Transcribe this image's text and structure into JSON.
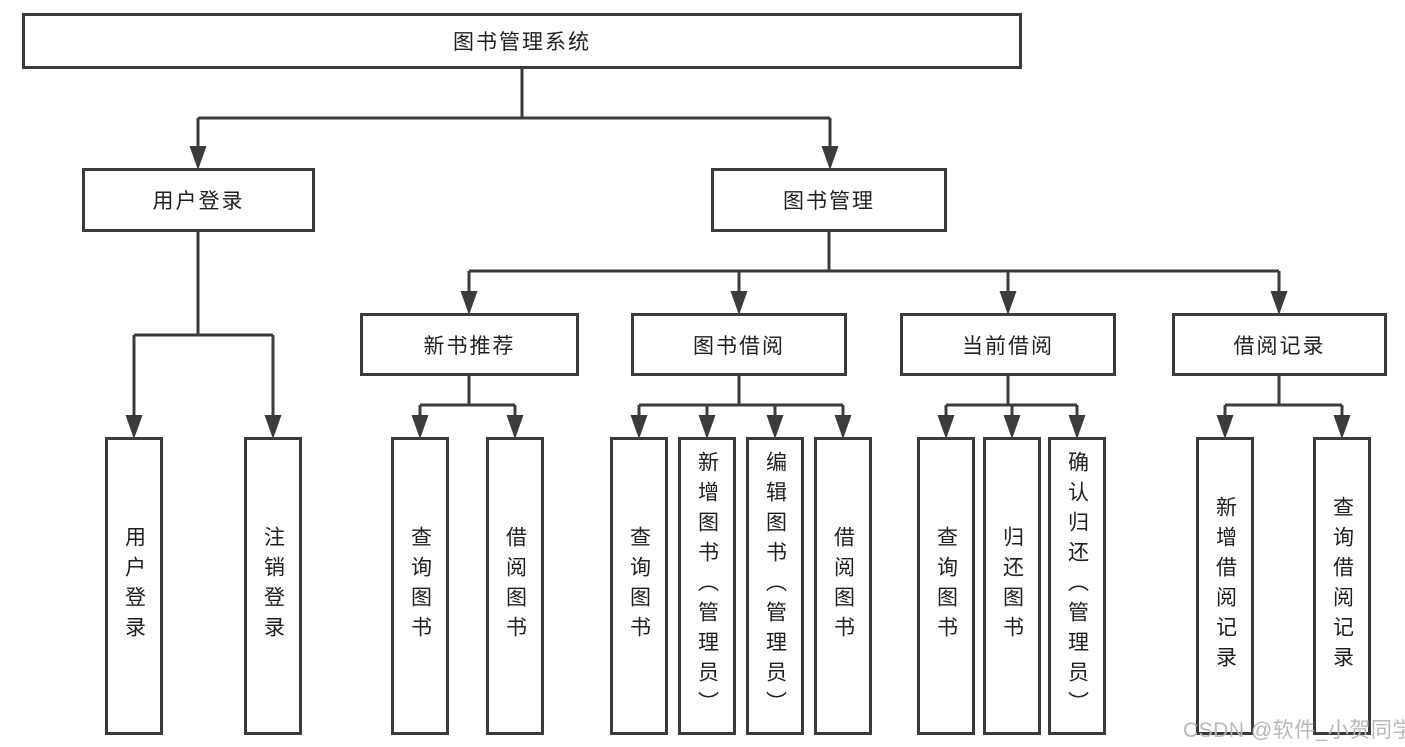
{
  "diagram": {
    "root": "图书管理系统",
    "level2": {
      "userLogin": "用户登录",
      "bookMgmt": "图书管理"
    },
    "level3": {
      "newBooks": "新书推荐",
      "bookBorrow": "图书借阅",
      "currentBorrow": "当前借阅",
      "borrowRecords": "借阅记录"
    },
    "leaves": {
      "loginUser": "用户登录",
      "logout": "注销登录",
      "nbQuery": "查询图书",
      "nbBorrow": "借阅图书",
      "bbQuery": "查询图书",
      "bbAdd": "新增图书（管理员）",
      "bbEdit": "编辑图书（管理员）",
      "bbBorrow": "借阅图书",
      "cbQuery": "查询图书",
      "cbReturn": "归还图书",
      "cbConfirm": "确认归还（管理员）",
      "brAdd": "新增借阅记录",
      "brQuery": "查询借阅记录"
    }
  },
  "watermark": "CSDN @软件_小贺同学",
  "colors": {
    "line": "#3b3b3b",
    "text": "#1f1f1f",
    "watermark": "#b8b8b8",
    "background": "#ffffff"
  }
}
